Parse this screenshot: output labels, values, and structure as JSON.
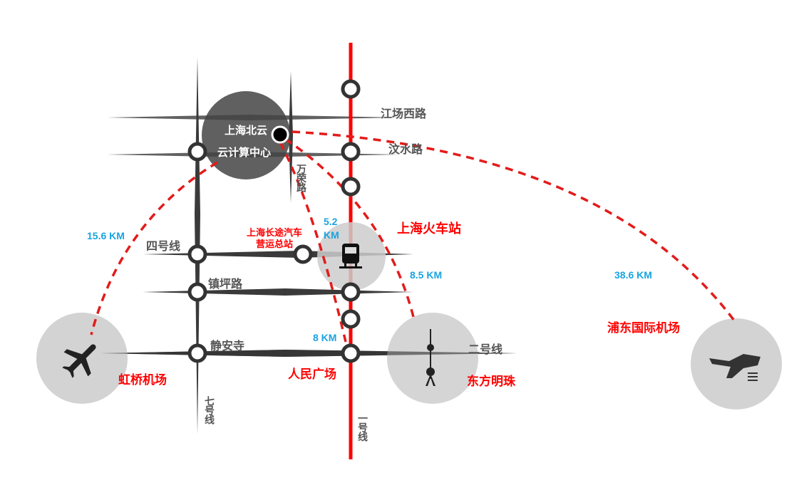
{
  "colors": {
    "metro_line_1": "#ff0000",
    "roads": "#333333",
    "route": "#e31b1b",
    "distance": "#18a4e0"
  },
  "origin": {
    "line1": "上海北云",
    "line2": "云计算中心"
  },
  "roads": {
    "jiangchang_west": "江场西路",
    "wenshui": "汶水路",
    "wanrong": "万荣路",
    "line4": "四号线",
    "zhenping": "镇坪路",
    "jingansi": "静安寺",
    "line2": "二号线",
    "line7": "七号线",
    "line1": "一号线"
  },
  "destinations": {
    "bus_station_1": "上海长途汽车",
    "bus_station_2": "营运总站",
    "railway": "上海火车站",
    "hongqiao": "虹桥机场",
    "peoples_square": "人民广场",
    "pearl": "东方明珠",
    "pudong": "浦东国际机场"
  },
  "distances": {
    "hongqiao": "15.6 KM",
    "bus_line1": "5.2",
    "bus_line2": "KM",
    "railway": "8.5 KM",
    "peoples_square": "8 KM",
    "pudong": "38.6 KM"
  },
  "icons": [
    "airplane-icon",
    "train-icon",
    "tower-icon",
    "jet-icon"
  ]
}
